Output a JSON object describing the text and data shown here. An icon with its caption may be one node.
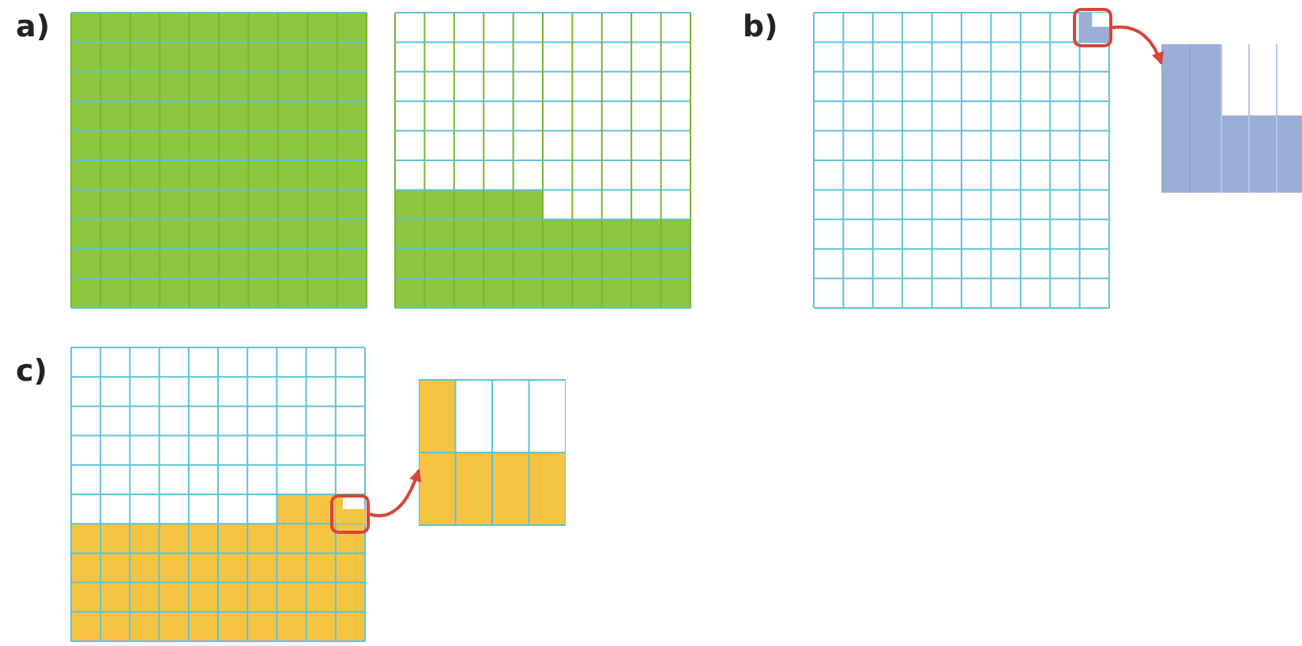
{
  "diagram": {
    "nodes": [
      {
        "text": [],
        "shape": "box"
      },
      {
        "text": [],
        "shape": "box"
      },
      {
        "text": [],
        "shape": "box"
      },
      {
        "text": [],
        "shape": "box"
      }
    ],
    "edges": [
      {
        "from": 0,
        "to": 1,
        "arrow": "to"
      },
      {
        "from": 2,
        "to": 3,
        "arrow": "to"
      }
    ],
    "labels": [
      "a)",
      "b)",
      "c)"
    ]
  }
}
